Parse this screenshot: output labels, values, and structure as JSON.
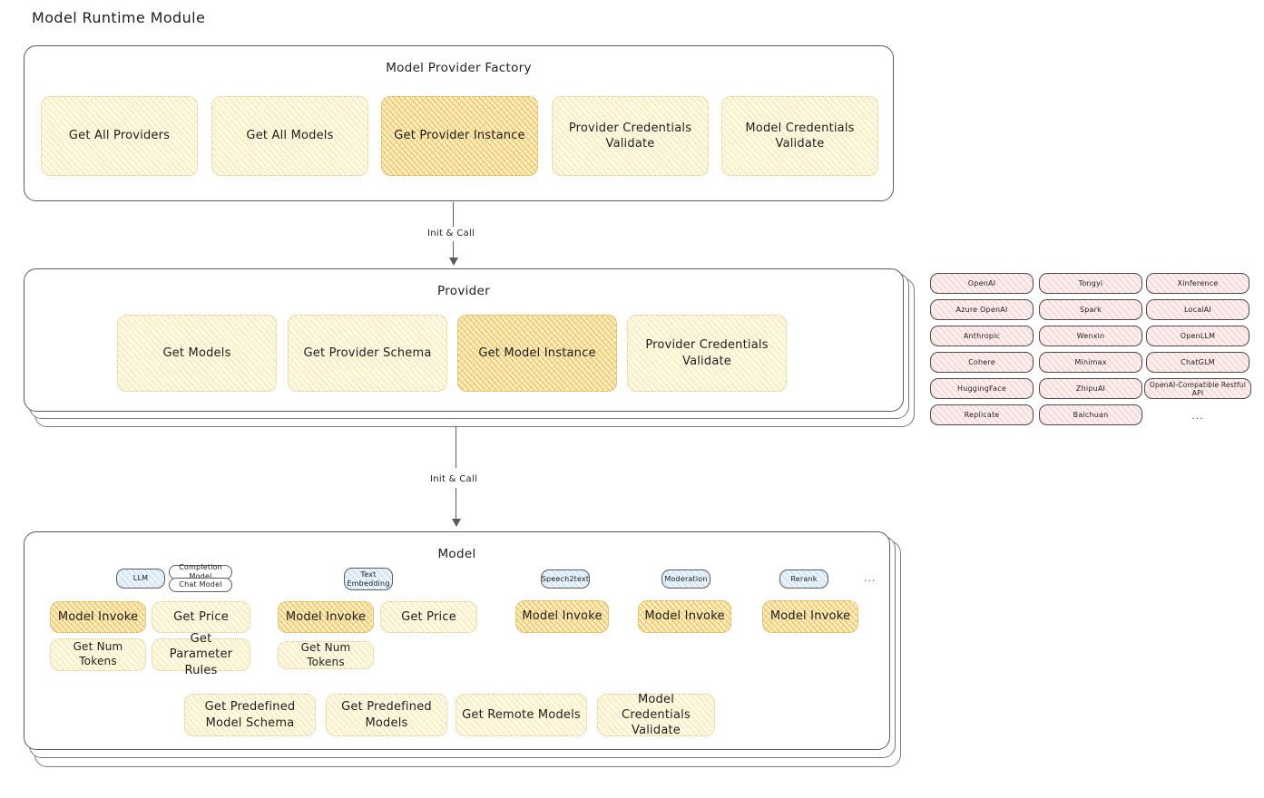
{
  "page": {
    "title": "Model Runtime Module"
  },
  "factory": {
    "heading": "Model Provider Factory",
    "cells": [
      {
        "label": "Get All Providers",
        "emphasis": "light"
      },
      {
        "label": "Get All Models",
        "emphasis": "light"
      },
      {
        "label": "Get Provider Instance",
        "emphasis": "dark"
      },
      {
        "label": "Provider Credentials Validate",
        "emphasis": "light"
      },
      {
        "label": "Model Credentials Validate",
        "emphasis": "light"
      }
    ]
  },
  "arrow_top": {
    "label": "Init & Call"
  },
  "provider": {
    "heading": "Provider",
    "cells": [
      {
        "label": "Get Models",
        "emphasis": "light"
      },
      {
        "label": "Get Provider Schema",
        "emphasis": "light"
      },
      {
        "label": "Get Model Instance",
        "emphasis": "dark"
      },
      {
        "label": "Provider Credentials Validate",
        "emphasis": "light"
      }
    ]
  },
  "provider_list": {
    "column1": [
      "OpenAI",
      "Azure OpenAI",
      "Anthropic",
      "Cohere",
      "HuggingFace",
      "Replicate"
    ],
    "column2": [
      "Tongyi",
      "Spark",
      "Wenxin",
      "Minimax",
      "ZhipuAI",
      "Baichuan"
    ],
    "column3": [
      "Xinference",
      "LocalAI",
      "OpenLLM",
      "ChatGLM",
      "OpenAI-Compatible Restful API"
    ],
    "more": "..."
  },
  "arrow_bottom": {
    "label": "Init & Call"
  },
  "model": {
    "heading": "Model",
    "more": "...",
    "groups": [
      {
        "tag": "LLM",
        "tag_style": "blue",
        "subtags": [
          "Completion Model",
          "Chat Model"
        ],
        "cells": [
          {
            "label": "Model Invoke",
            "emphasis": "dark"
          },
          {
            "label": "Get Price",
            "emphasis": "light"
          },
          {
            "label": "Get Num Tokens",
            "emphasis": "light"
          },
          {
            "label": "Get Parameter Rules",
            "emphasis": "light"
          }
        ]
      },
      {
        "tag": "Text Embedding",
        "tag_style": "blue",
        "subtags": [],
        "cells": [
          {
            "label": "Model Invoke",
            "emphasis": "dark"
          },
          {
            "label": "Get Price",
            "emphasis": "light"
          },
          {
            "label": "Get Num Tokens",
            "emphasis": "light"
          }
        ]
      },
      {
        "tag": "Speech2text",
        "tag_style": "blue",
        "subtags": [],
        "cells": [
          {
            "label": "Model Invoke",
            "emphasis": "dark"
          }
        ]
      },
      {
        "tag": "Moderation",
        "tag_style": "blue",
        "subtags": [],
        "cells": [
          {
            "label": "Model Invoke",
            "emphasis": "dark"
          }
        ]
      },
      {
        "tag": "Rerank",
        "tag_style": "blue",
        "subtags": [],
        "cells": [
          {
            "label": "Model Invoke",
            "emphasis": "dark"
          }
        ]
      }
    ],
    "common_cells": [
      {
        "label": "Get Predefined Model Schema",
        "emphasis": "light"
      },
      {
        "label": "Get Predefined Models",
        "emphasis": "light"
      },
      {
        "label": "Get Remote Models",
        "emphasis": "light"
      },
      {
        "label": "Model Credentials Validate",
        "emphasis": "light"
      }
    ]
  },
  "colors": {
    "accent_light": "#fdf8e3",
    "accent_dark": "#fbeec4",
    "provider_chip": "#fdeeee",
    "tag_blue": "#e8f2fb",
    "stroke": "#5c5c5c"
  }
}
